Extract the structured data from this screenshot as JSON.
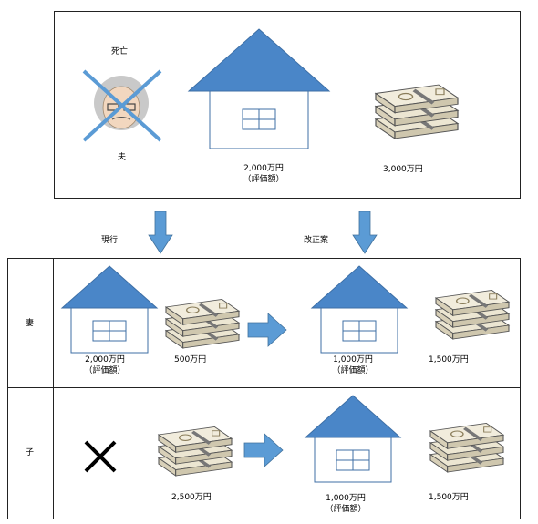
{
  "top": {
    "deceased_label": "死亡",
    "husband_label": "夫",
    "house_value": "2,000万円",
    "house_note": "（評価額）",
    "cash_value": "3,000万円"
  },
  "arrows": {
    "current_label": "現行",
    "reform_label": "改正案"
  },
  "rows": {
    "wife": {
      "label": "妻",
      "current_house_value": "2,000万円",
      "current_house_note": "（評価額）",
      "current_cash": "500万円",
      "reform_house_value": "1,000万円",
      "reform_house_note": "（評価額）",
      "reform_cash": "1,500万円"
    },
    "child": {
      "label": "子",
      "current_cash": "2,500万円",
      "reform_house_value": "1,000万円",
      "reform_house_note": "（評価額）",
      "reform_cash": "1,500万円"
    }
  },
  "colors": {
    "roof": "#4a86c8",
    "walls": "#3f6fa6",
    "arrow": "#5b9bd5",
    "cross_blue": "#5b9bd5",
    "cross_black": "#000000"
  }
}
